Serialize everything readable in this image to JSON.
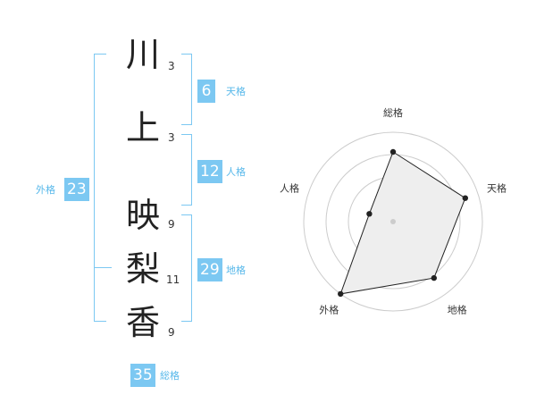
{
  "name": {
    "chars": [
      {
        "char": "川",
        "strokes": "3"
      },
      {
        "char": "上",
        "strokes": "3"
      },
      {
        "char": "映",
        "strokes": "9"
      },
      {
        "char": "梨",
        "strokes": "11"
      },
      {
        "char": "香",
        "strokes": "9"
      }
    ]
  },
  "fortune": {
    "tenkaku": {
      "label": "天格",
      "value": "6"
    },
    "jinkaku": {
      "label": "人格",
      "value": "12"
    },
    "chikaku": {
      "label": "地格",
      "value": "29"
    },
    "gaikaku": {
      "label": "外格",
      "value": "23"
    },
    "soukaku": {
      "label": "総格",
      "value": "35"
    }
  },
  "colors": {
    "accent": "#7cc8f2",
    "accent_text": "#57b8ea",
    "radar_fill": "#eeeeee"
  },
  "chart_data": {
    "type": "radar",
    "axes": [
      "総格",
      "天格",
      "地格",
      "外格",
      "人格"
    ],
    "values": [
      0.78,
      0.85,
      0.78,
      1.0,
      0.28
    ],
    "range": [
      0,
      1
    ],
    "rings": 4
  }
}
